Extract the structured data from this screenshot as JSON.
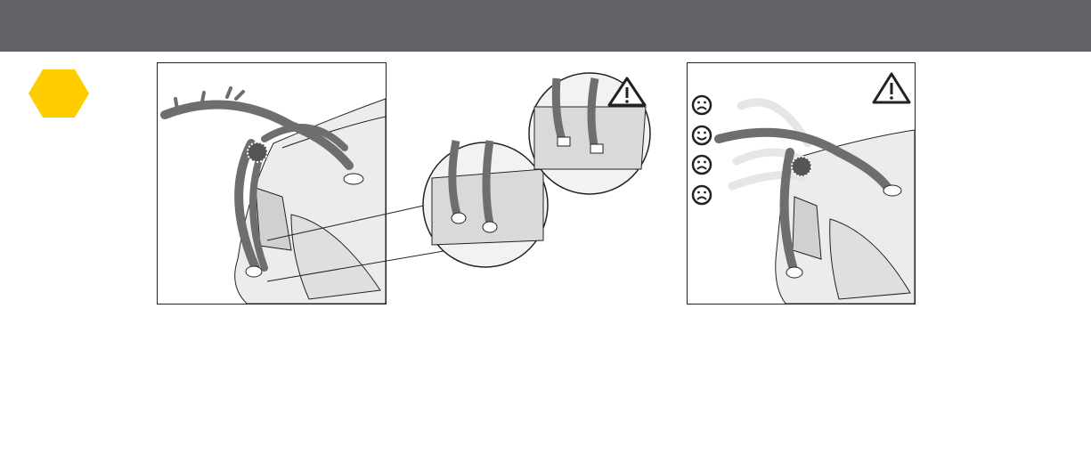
{
  "header": {
    "color": "#616367"
  },
  "step_badge": {
    "color": "#FFCC00",
    "shape": "hexagon"
  },
  "figure_left": {
    "subject": "bike-rack-mounted-on-car-rear",
    "detail_callouts": [
      "lower-straps-on-trunk-edge",
      "lower-straps-with-warning"
    ],
    "warning_icon": "warning-triangle-icon"
  },
  "figure_right": {
    "subject": "bike-rack-arm-angle-adjustment",
    "angle_indicators": [
      "sad-face-icon",
      "happy-face-icon",
      "sad-face-icon",
      "sad-face-icon"
    ],
    "warning_icon": "warning-triangle-icon"
  },
  "colors": {
    "rack": "#6d6e70",
    "car_glass": "#dcdddf",
    "ghost": "#e6e6e6",
    "line": "#222222"
  }
}
